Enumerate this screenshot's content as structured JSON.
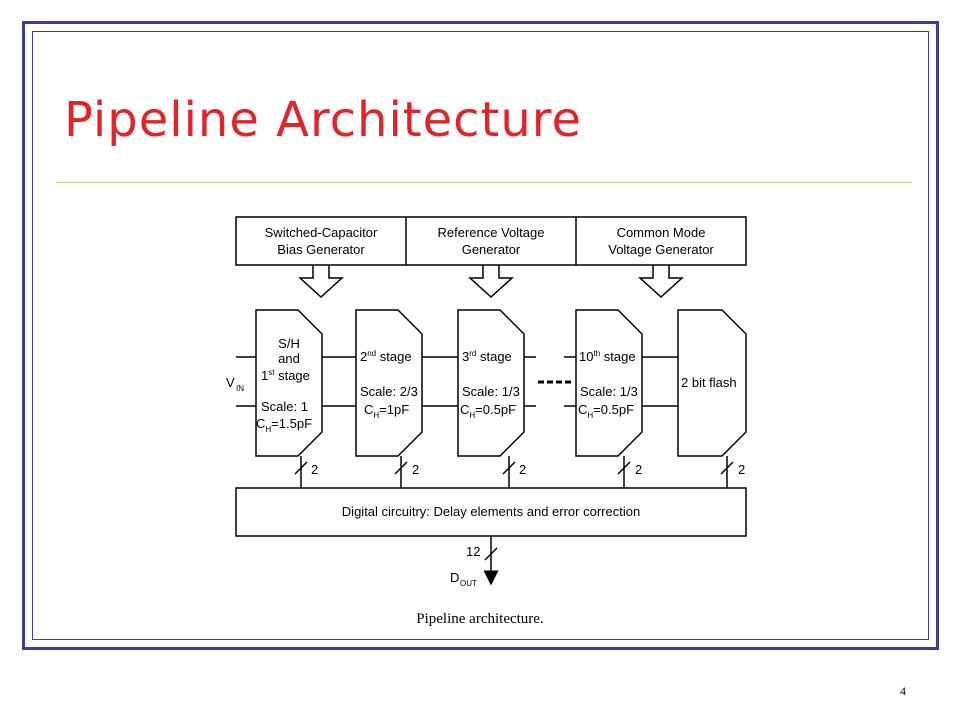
{
  "slide": {
    "title": "Pipeline Architecture",
    "caption": "Pipeline architecture.",
    "page_number": "4",
    "accent_color": "#e0242a",
    "frame_color": "#3a3f9e"
  },
  "diagram": {
    "generators": [
      {
        "line1": "Switched-Capacitor",
        "line2": "Bias Generator"
      },
      {
        "line1": "Reference Voltage",
        "line2": "Generator"
      },
      {
        "line1": "Common Mode",
        "line2": "Voltage Generator"
      }
    ],
    "stage1": {
      "line1": "S/H",
      "line2": "and",
      "line3_num": "1",
      "line3_sup": "st",
      "line3_rest": " stage",
      "scale": "Scale: 1",
      "ch_main": "C",
      "ch_sub": "H",
      "ch_val": "=1.5pF"
    },
    "stage2": {
      "num": "2",
      "sup": "nd",
      "rest": " stage",
      "scale": "Scale: 2/3",
      "ch_main": "C",
      "ch_sub": "H",
      "ch_val": "=1pF"
    },
    "stage3": {
      "num": "3",
      "sup": "rd",
      "rest": " stage",
      "scale": "Scale: 1/3",
      "ch_main": "C",
      "ch_sub": "H",
      "ch_val": "=0.5pF"
    },
    "stage10": {
      "num": "10",
      "sup": "th",
      "rest": " stage",
      "scale": "Scale: 1/3",
      "ch_main": "C",
      "ch_sub": "H",
      "ch_val": "=0.5pF"
    },
    "flash": {
      "label": "2 bit flash"
    },
    "input": {
      "main": "V",
      "sub": "IN"
    },
    "bus_width": "2",
    "digital": {
      "label": "Digital circuitry: Delay elements and error correction"
    },
    "output": {
      "width": "12",
      "main": "D",
      "sub": "OUT"
    }
  }
}
